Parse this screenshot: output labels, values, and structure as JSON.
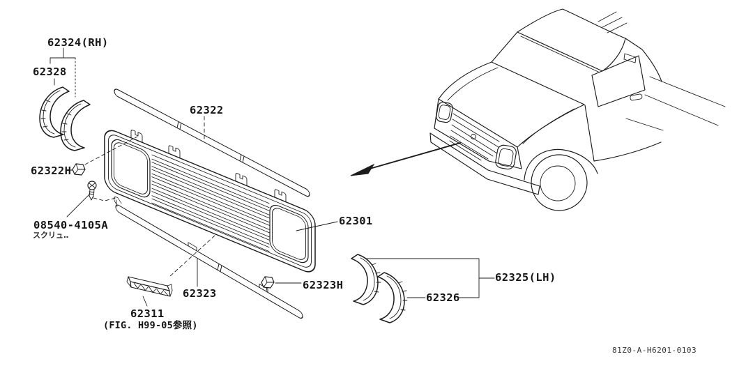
{
  "colors": {
    "ink": "#1c1c1c",
    "background": "#ffffff"
  },
  "labels": {
    "part_62324": "62324(RH)",
    "part_62328": "62328",
    "part_62322h": "62322H",
    "part_screw": "08540-4105A",
    "part_screw_jp": "スクリュ‥",
    "part_62322": "62322",
    "part_62301": "62301",
    "part_62323h": "62323H",
    "part_62323": "62323",
    "part_62311": "62311",
    "fig_reference": "(FIG. H99-05参照)",
    "part_62325": "62325(LH)",
    "part_62326": "62326",
    "doc_code": "81Z0-A-H6201-0103"
  }
}
